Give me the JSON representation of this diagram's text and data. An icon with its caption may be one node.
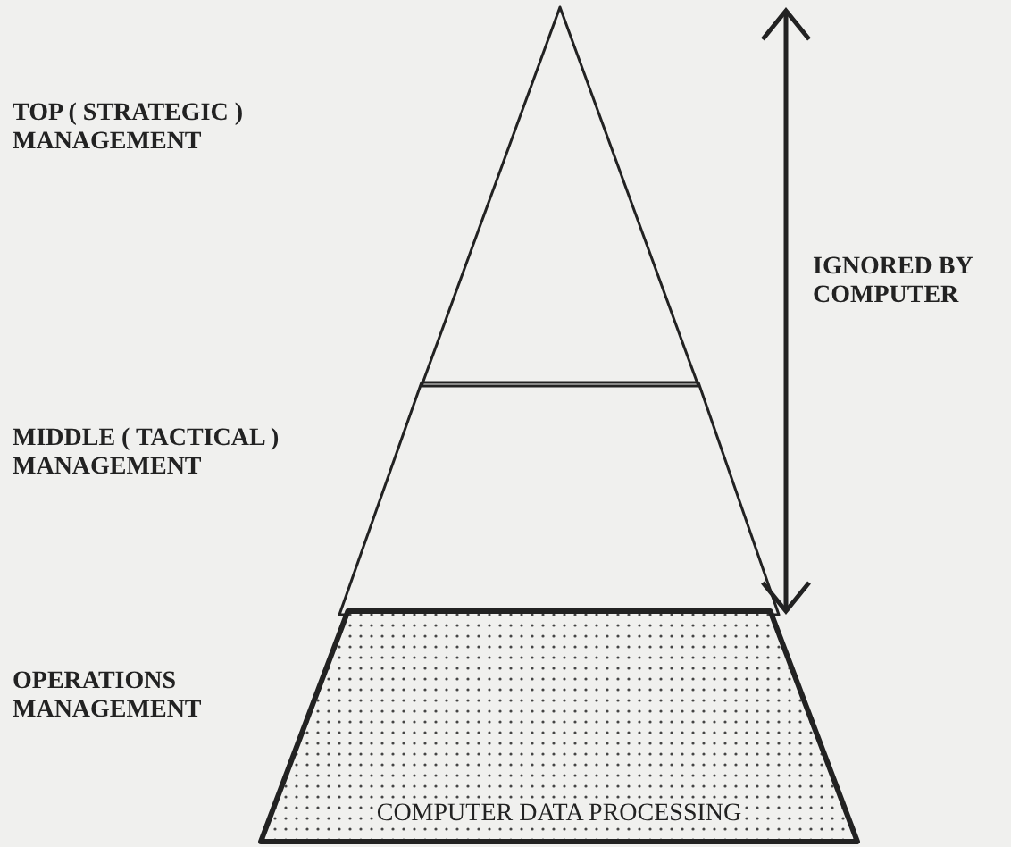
{
  "diagram": {
    "nodes": [
      {
        "text": [],
        "shape": "triangle"
      },
      {
        "text": [],
        "shape": "trapezoid"
      },
      {
        "text": [
          "COMPUTER DATA PROCESSING"
        ]
      }
    ],
    "labels": [
      "TOP ( STRATEGIC ) MANAGEMENT",
      "IGNORED BY COMPUTER",
      "MIDDLE ( TACTICAL ) MANAGEMENT",
      "OPERATIONS MANAGEMENT"
    ]
  }
}
